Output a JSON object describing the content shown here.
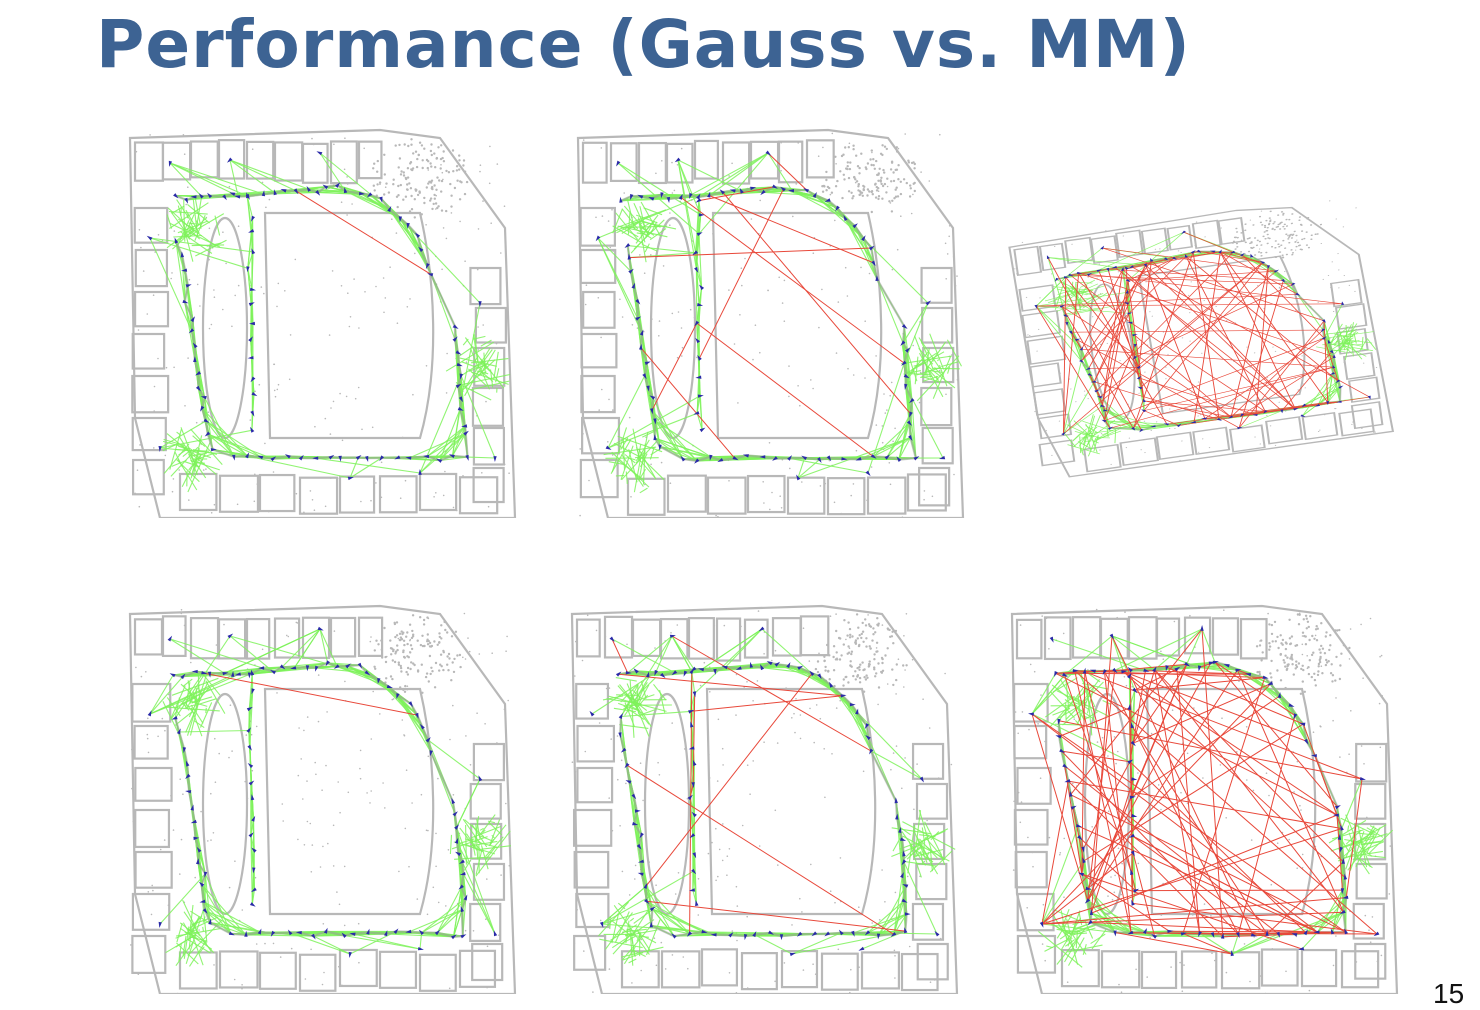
{
  "slide": {
    "title": "Performance (Gauss vs. MM)",
    "page_number": "15"
  },
  "colors": {
    "title": "#3d6393",
    "map_walls": "#b8b8b8",
    "constraint_edges": "#7ef25a",
    "outlier_edges": "#e8483a",
    "robot_poses": "#2a2aa8"
  },
  "panels": [
    {
      "name": "top-left",
      "outliers": 1,
      "distorted": false
    },
    {
      "name": "top-middle",
      "outliers": 10,
      "distorted": false
    },
    {
      "name": "top-right",
      "outliers": 100,
      "distorted": true
    },
    {
      "name": "bottom-left",
      "outliers": 1,
      "distorted": false
    },
    {
      "name": "bottom-middle",
      "outliers": 10,
      "distorted": false
    },
    {
      "name": "bottom-right",
      "outliers": 100,
      "distorted": false
    }
  ]
}
